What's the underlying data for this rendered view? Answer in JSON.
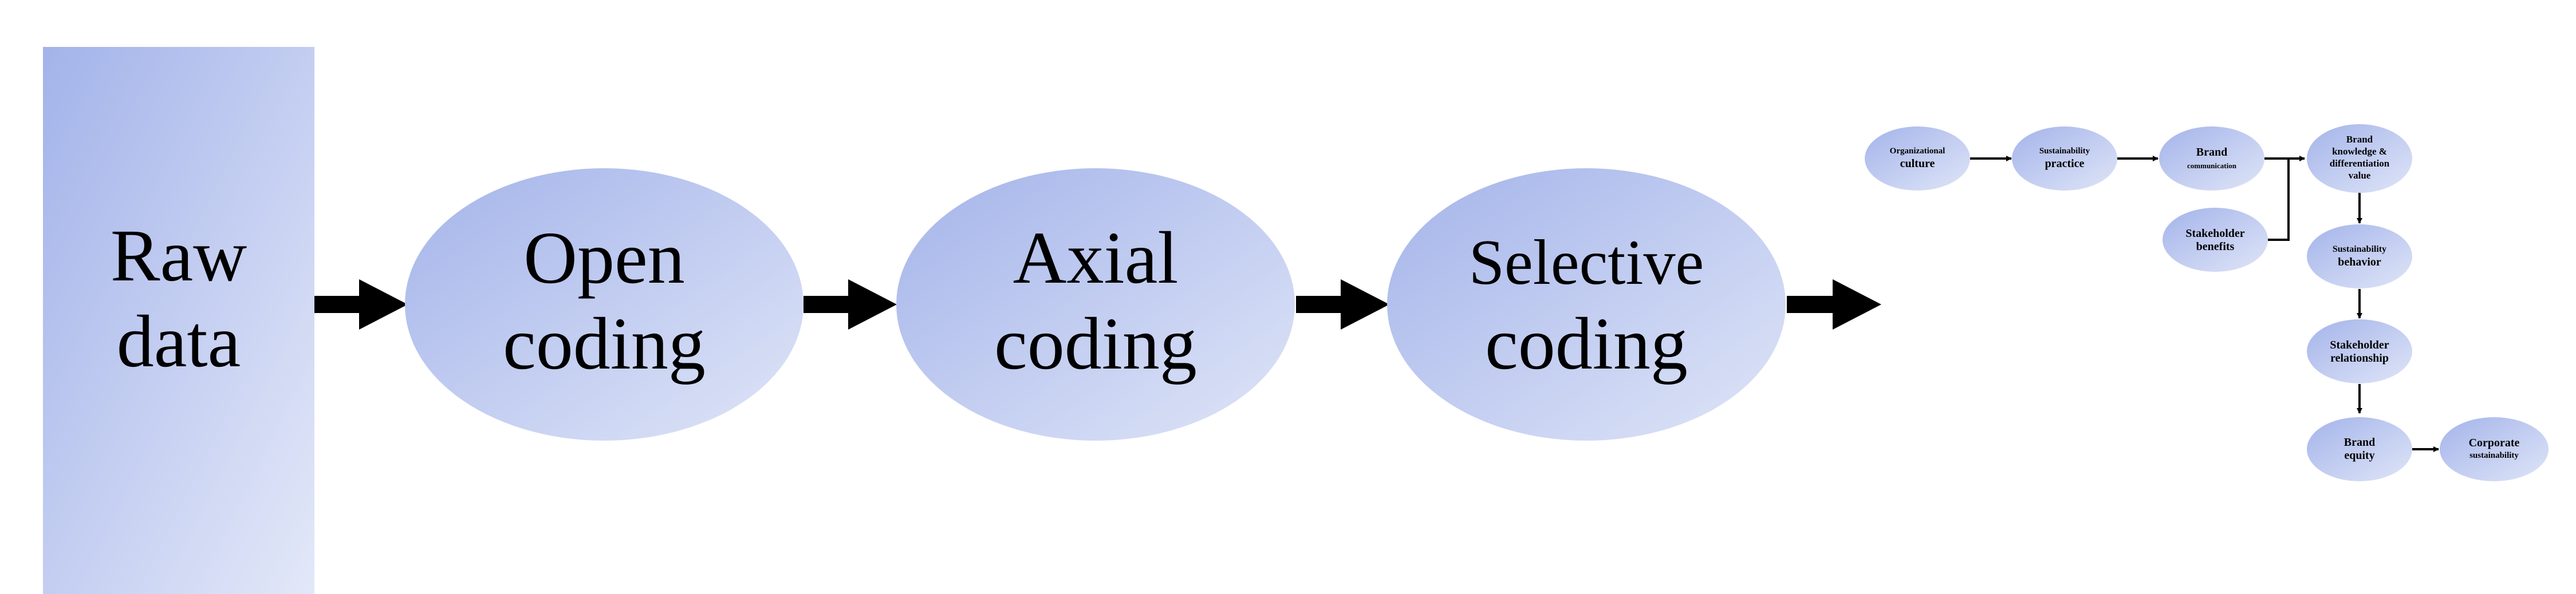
{
  "colors": {
    "fill_light": "#e1e6f7",
    "fill_dark": "#a3b3ea",
    "arrow": "#000000"
  },
  "raw_data": {
    "line1": "Raw",
    "line2": "data"
  },
  "open_coding": {
    "line1": "Open",
    "line2": "coding"
  },
  "axial_coding": {
    "line1": "Axial",
    "line2": "coding"
  },
  "selective_coding": {
    "line1": "Selective",
    "line2": "coding"
  },
  "model": {
    "organizational_culture": {
      "line1": "Organizational",
      "line2": "culture"
    },
    "sustainability_practice": {
      "line1": "Sustainability",
      "line2": "practice"
    },
    "brand_communication": {
      "line1": "Brand",
      "line2": "communication"
    },
    "brand_knowledge": {
      "line1": "Brand",
      "line2": "knowledge &",
      "line3": "differentiation",
      "line4": "value"
    },
    "stakeholder_benefits": {
      "line1": "Stakeholder",
      "line2": "benefits"
    },
    "sustainability_behavior": {
      "line1": "Sustainability",
      "line2": "behavior"
    },
    "stakeholder_relationship": {
      "line1": "Stakeholder",
      "line2": "relationship"
    },
    "brand_equity": {
      "line1": "Brand",
      "line2": "equity"
    },
    "corporate_sustainability": {
      "line1": "Corporate",
      "line2": "sustainability"
    }
  }
}
